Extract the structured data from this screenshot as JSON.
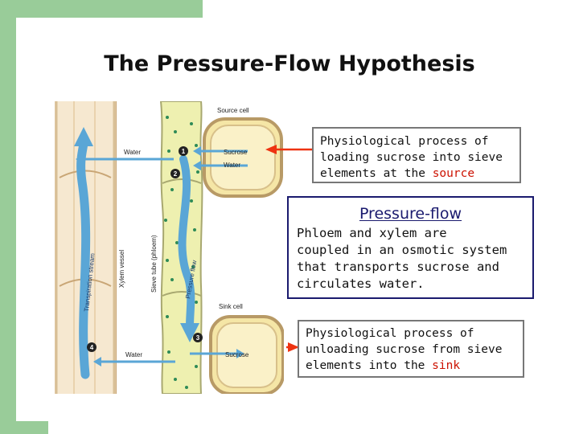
{
  "title": "The Pressure-Flow Hypothesis",
  "colors": {
    "accent_green": "#99cc99",
    "highlight_red": "#cc1100",
    "box_border_blue": "#1a1a6e",
    "arrow_red": "#ee3311"
  },
  "diagram": {
    "source_cell": "Source cell",
    "sink_cell": "Sink cell",
    "sucrose": "Sucrose",
    "water": "Water",
    "xylem_vessel": "Xylem vessel",
    "sieve_tube": "Sieve tube (phloem)",
    "transpiration_stream": "Transpiration stream",
    "pressure_flow": "Pressure flow",
    "steps": [
      "1",
      "2",
      "3",
      "4"
    ]
  },
  "boxes": {
    "source": {
      "lines": [
        "Physiological process of",
        "loading sucrose into sieve",
        "elements at the "
      ],
      "highlight": "source"
    },
    "pressure": {
      "heading": "Pressure-flow",
      "lines": [
        "Phloem and xylem are",
        "coupled in an osmotic system",
        "that transports sucrose and",
        "circulates water."
      ]
    },
    "sink": {
      "lines": [
        "Physiological process of",
        "unloading sucrose from sieve",
        "elements into the "
      ],
      "highlight": "sink"
    }
  }
}
